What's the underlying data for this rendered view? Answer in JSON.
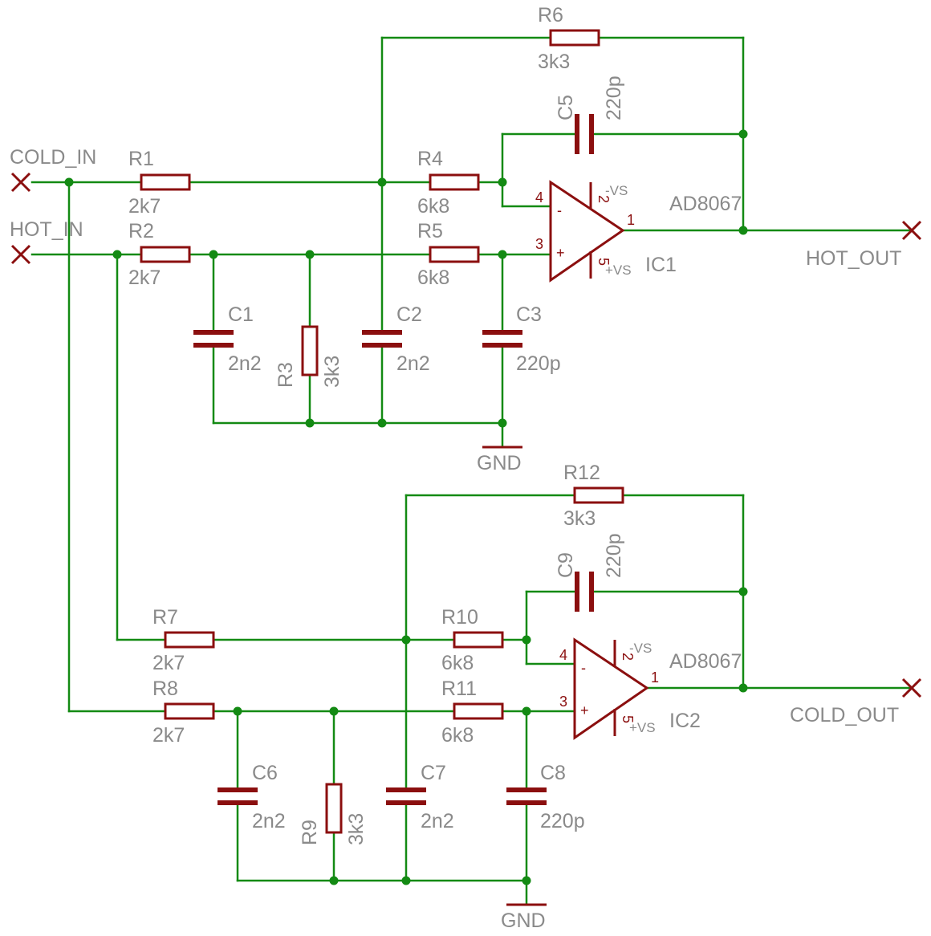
{
  "ports": {
    "cold_in": "COLD_IN",
    "hot_in": "HOT_IN",
    "hot_out": "HOT_OUT",
    "cold_out": "COLD_OUT"
  },
  "resistors": {
    "r1": {
      "name": "R1",
      "value": "2k7"
    },
    "r2": {
      "name": "R2",
      "value": "2k7"
    },
    "r3": {
      "name": "R3",
      "value": "3k3"
    },
    "r4": {
      "name": "R4",
      "value": "6k8"
    },
    "r5": {
      "name": "R5",
      "value": "6k8"
    },
    "r6": {
      "name": "R6",
      "value": "3k3"
    },
    "r7": {
      "name": "R7",
      "value": "2k7"
    },
    "r8": {
      "name": "R8",
      "value": "2k7"
    },
    "r9": {
      "name": "R9",
      "value": "3k3"
    },
    "r10": {
      "name": "R10",
      "value": "6k8"
    },
    "r11": {
      "name": "R11",
      "value": "6k8"
    },
    "r12": {
      "name": "R12",
      "value": "3k3"
    }
  },
  "capacitors": {
    "c1": {
      "name": "C1",
      "value": "2n2"
    },
    "c2": {
      "name": "C2",
      "value": "2n2"
    },
    "c3": {
      "name": "C3",
      "value": "220p"
    },
    "c5": {
      "name": "C5",
      "value": "220p"
    },
    "c6": {
      "name": "C6",
      "value": "2n2"
    },
    "c7": {
      "name": "C7",
      "value": "2n2"
    },
    "c8": {
      "name": "C8",
      "value": "220p"
    },
    "c9": {
      "name": "C9",
      "value": "220p"
    }
  },
  "opamps": {
    "ic1": {
      "name": "IC1",
      "part": "AD8067",
      "pin_inv": "4",
      "pin_noninv": "3",
      "pin_out": "1",
      "pin_vneg": "2",
      "pin_vpos": "5",
      "minus": "-",
      "plus": "+",
      "vneg": "-VS",
      "vpos": "+VS"
    },
    "ic2": {
      "name": "IC2",
      "part": "AD8067",
      "pin_inv": "4",
      "pin_noninv": "3",
      "pin_out": "1",
      "pin_vneg": "2",
      "pin_vpos": "5",
      "minus": "-",
      "plus": "+",
      "vneg": "-VS",
      "vpos": "+VS"
    }
  },
  "grounds": {
    "gnd1": "GND",
    "gnd2": "GND"
  },
  "colors": {
    "wire": "#138a13",
    "component": "#8b0f0f",
    "label": "#8a8a8a",
    "background": "#ffffff"
  }
}
